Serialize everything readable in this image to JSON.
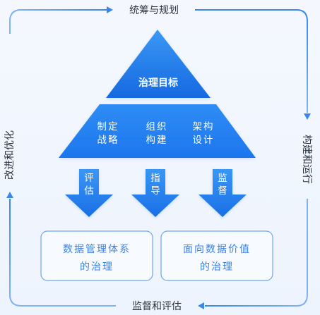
{
  "cycle": {
    "top": "统筹与规划",
    "right": "构建和运行",
    "bottom": "监督和评估",
    "left": "改进和优化"
  },
  "pyramid": {
    "apex": "治理目标",
    "base_items": [
      {
        "line1": "制定",
        "line2": "战略"
      },
      {
        "line1": "组织",
        "line2": "构建"
      },
      {
        "line1": "架构",
        "line2": "设计"
      }
    ]
  },
  "arrows": [
    {
      "label": "评估"
    },
    {
      "label": "指导"
    },
    {
      "label": "监督"
    }
  ],
  "targets": [
    {
      "line1": "数据管理体系",
      "line2": "的治理"
    },
    {
      "line1": "面向数据价值",
      "line2": "的治理"
    }
  ],
  "colors": {
    "primary": "#1f7ef0",
    "primary_dark": "#1565d8",
    "outline": "#5a9bec",
    "text_dark": "#2b3340",
    "text_blue": "#3b82e6"
  }
}
